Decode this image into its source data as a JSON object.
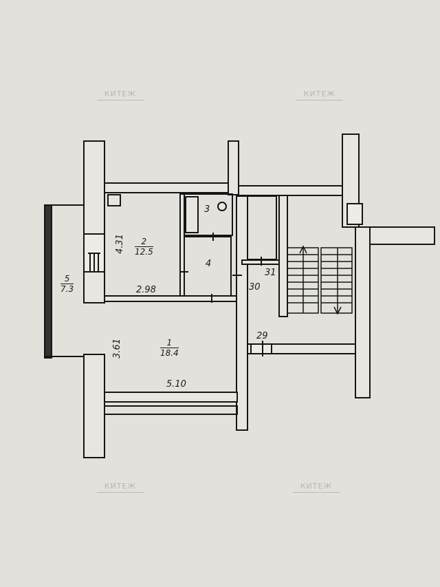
{
  "watermark": "КИТЕЖ",
  "rooms": [
    {
      "number": "1",
      "area": "18.4"
    },
    {
      "number": "2",
      "area": "12.5"
    },
    {
      "number": "3"
    },
    {
      "number": "4"
    },
    {
      "number": "5",
      "area": "7.3"
    }
  ],
  "dimensions": {
    "kitchen_length": "4.31",
    "kitchen_width": "2.98",
    "living_length": "3.61",
    "living_width": "5.10"
  },
  "common_areas": [
    "30",
    "31",
    "29"
  ]
}
